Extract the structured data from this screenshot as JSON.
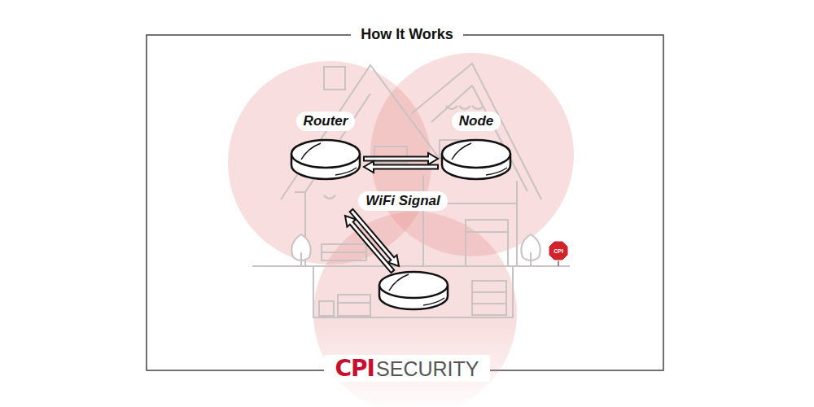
{
  "diagram": {
    "title": "How It Works",
    "nodes": [
      {
        "text": [
          "Router"
        ]
      },
      {
        "text": [
          "Node"
        ]
      }
    ],
    "edges": [
      {
        "from": 0,
        "to": 1,
        "arrow": "both"
      }
    ],
    "labels": [
      "WiFi Signal",
      "CPI",
      "CPI",
      "SECURITY"
    ]
  }
}
